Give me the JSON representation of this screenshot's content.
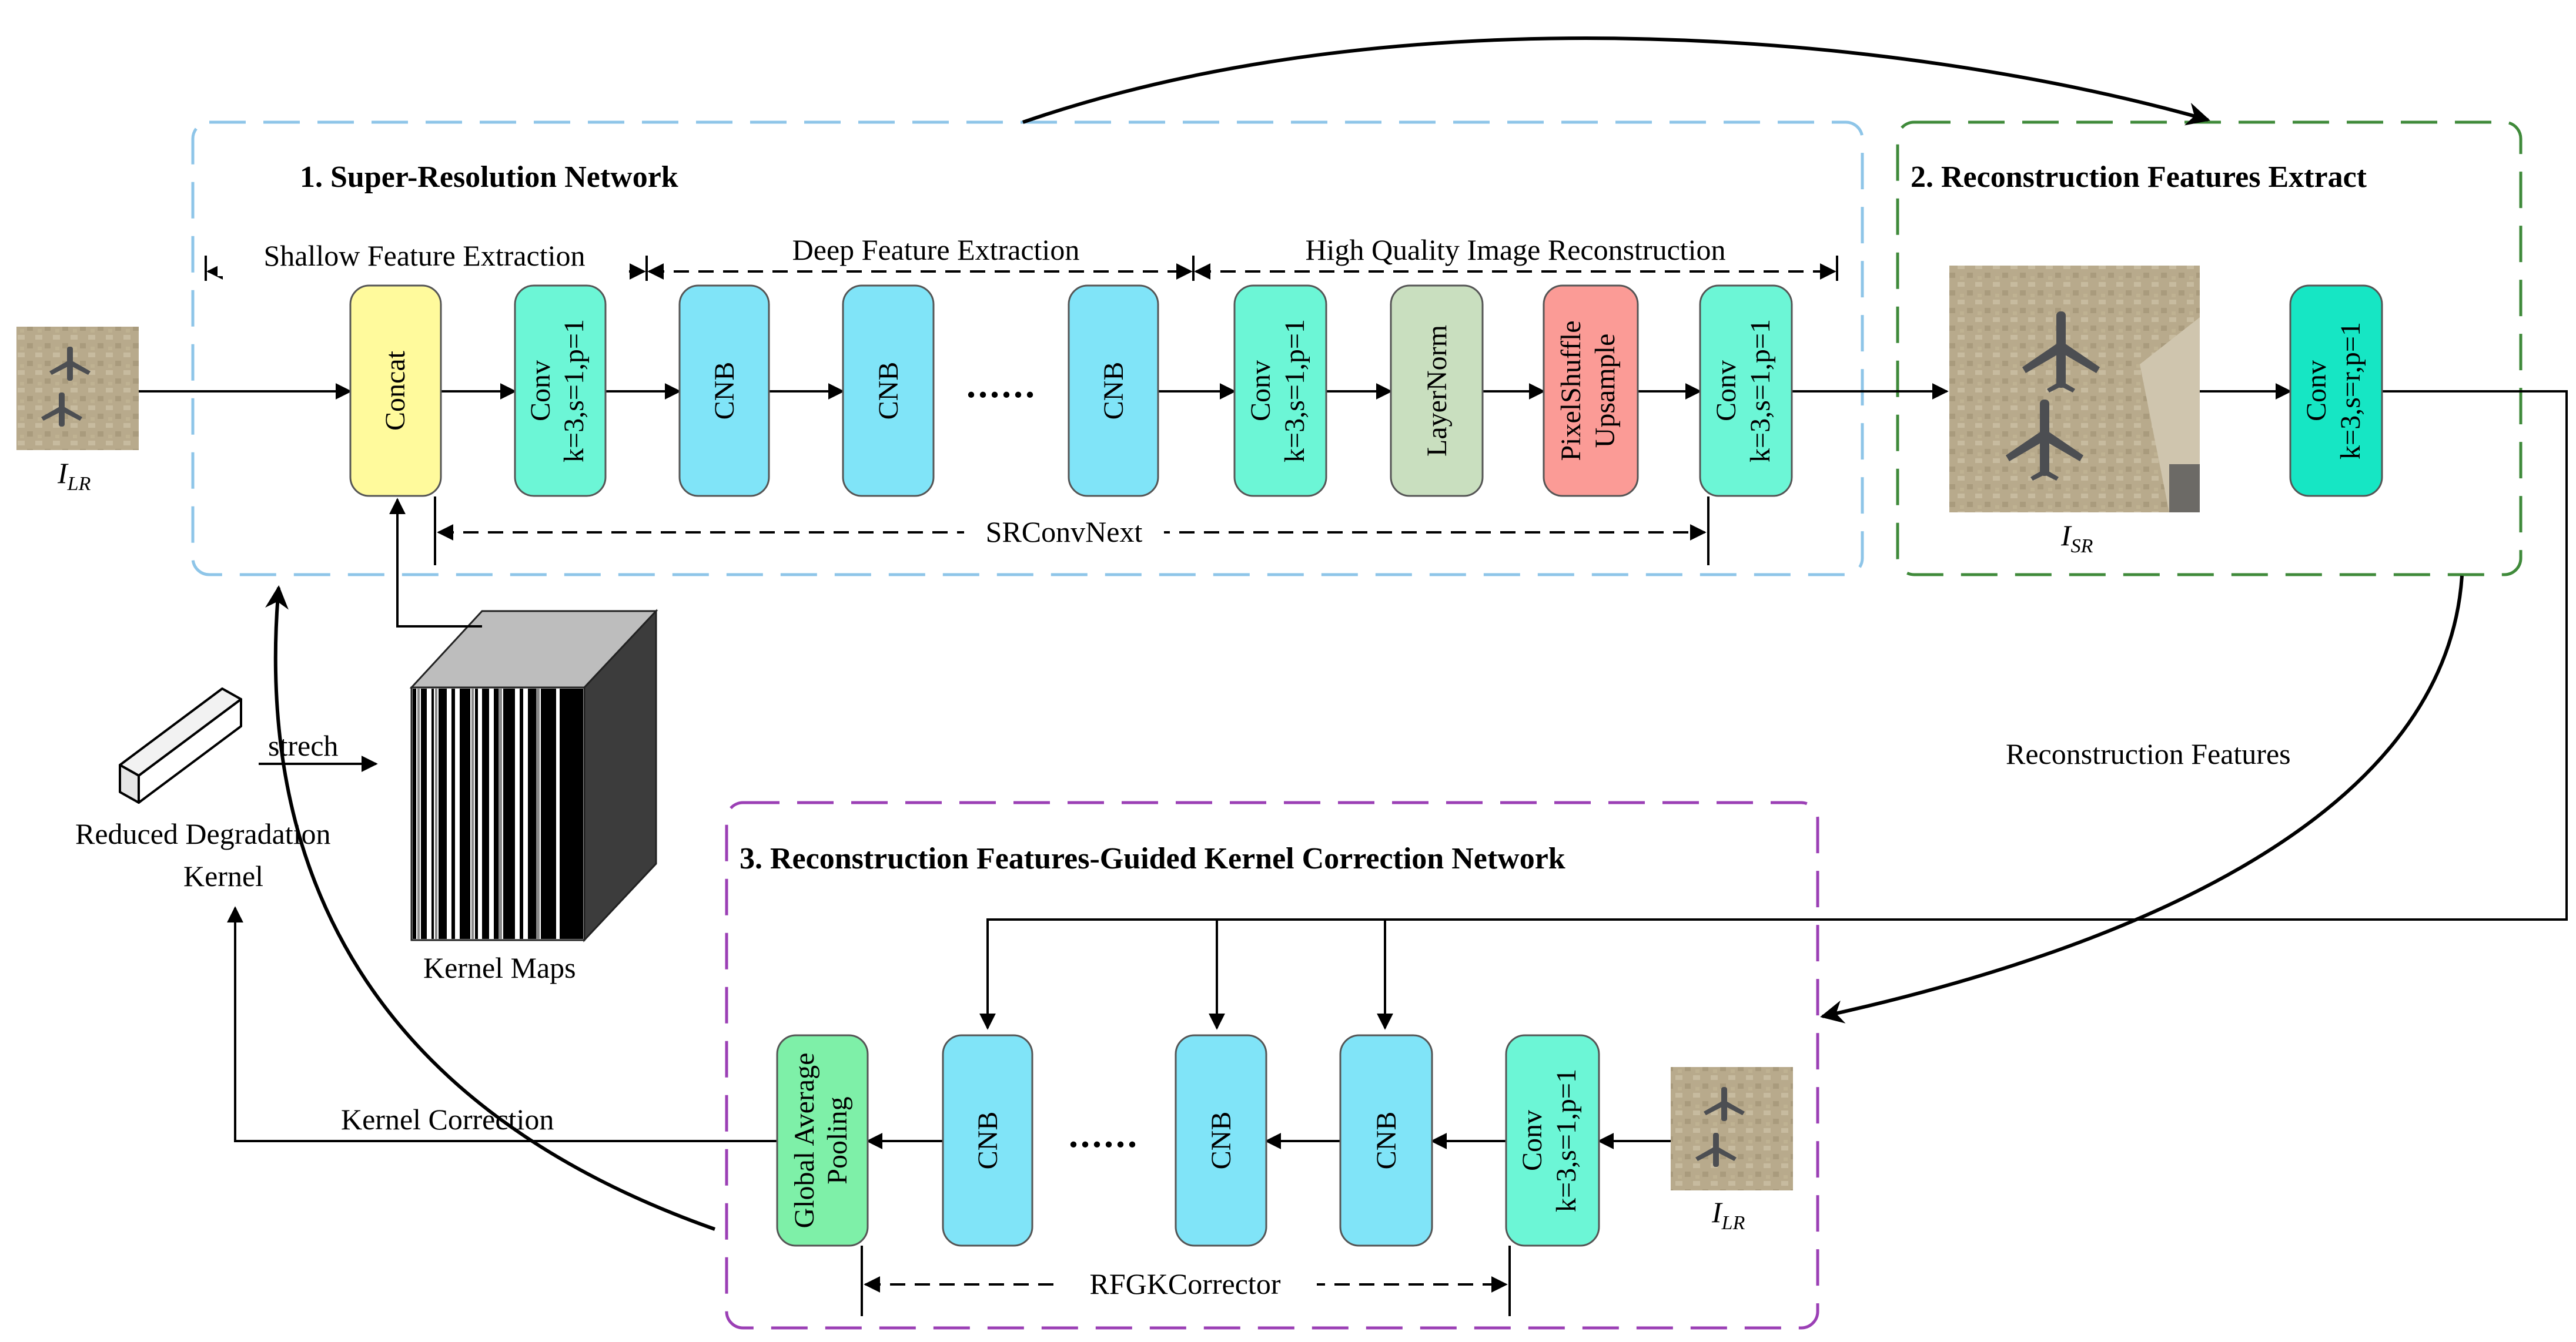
{
  "sections": {
    "sr_network": "1. Super-Resolution Network",
    "reconstruction_extract": "2. Reconstruction  Features Extract",
    "kernel_correction_network": "3. Reconstruction Features-Guided Kernel Correction Network"
  },
  "stages": {
    "shallow": "Shallow Feature Extraction",
    "deep": "Deep Feature Extraction",
    "hq": "High Quality Image Reconstruction"
  },
  "blocks": {
    "concat": "Concat",
    "conv_label": "Conv",
    "conv_params": "k=3,s=1,p=1",
    "conv_r_params": "k=3,s=r,p=1",
    "cnb": "CNB",
    "layernorm": "LayerNorm",
    "pixelshuffle_line1": "PixelShuffle",
    "pixelshuffle_line2": "Upsample",
    "gap_line1": "Global Average",
    "gap_line2": "Pooling",
    "ellipsis": "......"
  },
  "labels": {
    "srconvnext": "SRConvNext",
    "rfgkcorrector": "RFGKCorrector",
    "reconstruction_features": "Reconstruction  Features",
    "kernel_correction": "Kernel Correction",
    "strech": "strech",
    "reduced_kernel_line1": "Reduced Degradation",
    "reduced_kernel_line2": "Kernel",
    "kernel_maps": "Kernel Maps",
    "i_lr_main": "I",
    "i_lr_sub": "LR",
    "i_sr_main": "I",
    "i_sr_sub": "SR"
  },
  "colors": {
    "sr_box_border": "#8ec5e8",
    "extract_box_border": "#3f8a3a",
    "kernel_box_border": "#9b3fb5",
    "concat": "#fffa9c",
    "conv": "#6cf6d6",
    "conv_r": "#16e6c4",
    "cnb": "#80e4f8",
    "layernorm": "#c9dfbf",
    "pixelshuffle": "#fb9b96",
    "gap": "#7ef0a8"
  }
}
